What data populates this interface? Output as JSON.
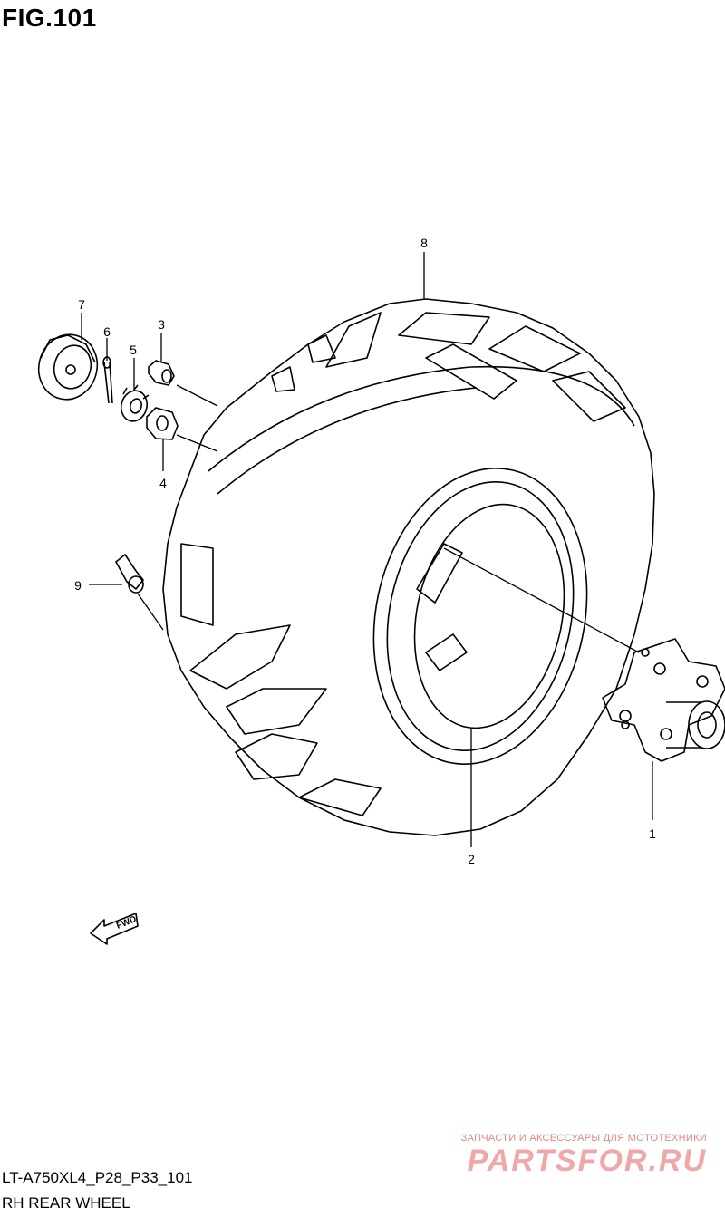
{
  "figure": {
    "title": "FIG.101",
    "callouts": [
      "1",
      "2",
      "3",
      "4",
      "5",
      "6",
      "7",
      "8",
      "9"
    ],
    "fwd_label": "FWD"
  },
  "footer": {
    "code": "LT-A750XL4_P28_P33_101",
    "name": "RH REAR WHEEL"
  },
  "watermark": {
    "caption": "ЗАПЧАСТИ И АКСЕССУАРЫ ДЛЯ МОТОТЕХНИКИ",
    "logo": "PARTSFOR.RU"
  }
}
